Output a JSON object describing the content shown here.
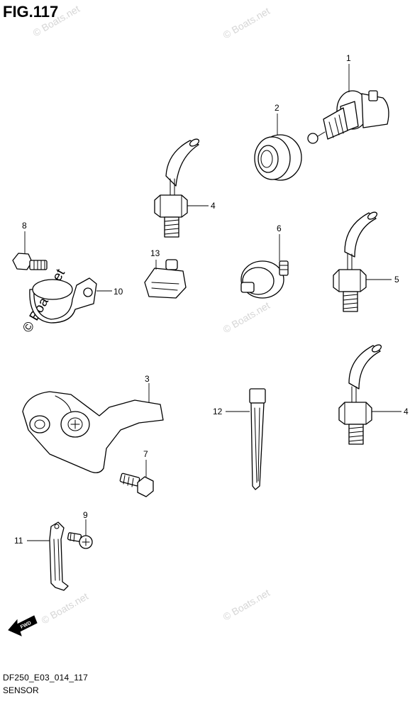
{
  "figure": {
    "title": "FIG.117",
    "code": "DF250_E03_014_117",
    "name": "SENSOR"
  },
  "watermark": {
    "text": "© Boats.net",
    "color": "#d6d6d6"
  },
  "fwd_label": "FWD",
  "callouts": [
    {
      "id": "c1",
      "label": "1"
    },
    {
      "id": "c2",
      "label": "2"
    },
    {
      "id": "c4a",
      "label": "4"
    },
    {
      "id": "c8",
      "label": "8"
    },
    {
      "id": "c6",
      "label": "6"
    },
    {
      "id": "c13",
      "label": "13"
    },
    {
      "id": "c10",
      "label": "10"
    },
    {
      "id": "c5",
      "label": "5"
    },
    {
      "id": "c3",
      "label": "3"
    },
    {
      "id": "c12",
      "label": "12"
    },
    {
      "id": "c4b",
      "label": "4"
    },
    {
      "id": "c7",
      "label": "7"
    },
    {
      "id": "c9",
      "label": "9"
    },
    {
      "id": "c11",
      "label": "11"
    }
  ]
}
